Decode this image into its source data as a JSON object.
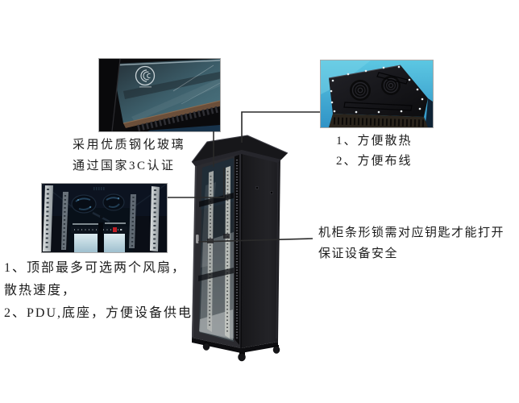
{
  "callouts": {
    "glass": {
      "lines": [
        "采用优质钢化玻璃",
        "通过国家3C认证"
      ]
    },
    "top": {
      "lines": [
        "1、方便散热",
        "2、方便布线"
      ]
    },
    "interior": {
      "lines": [
        "1、顶部最多可选两个风扇，",
        "散热速度，",
        "2、PDU,底座，方便设备供电"
      ]
    },
    "lock": {
      "lines": [
        "机柜条形锁需对应钥匙才能打开",
        "保证设备安全"
      ]
    }
  },
  "images": {
    "glass": "tempered-glass-closeup-with-3c-certification-mark",
    "top": "cabinet-top-panel-with-two-fan-vents",
    "interior": "cabinet-interior-upward-view",
    "cabinet": "black-server-cabinet-front-left-view"
  },
  "palette": {
    "background": "#ffffff",
    "text": "#1c1c1c",
    "connector_line": "#2a2a2a",
    "cabinet_black": "#1a1a1e",
    "backdrop_cyan": "#3fa9d0",
    "glass_teal": "#3d5f6b",
    "sky_blue": "#cfe3ea",
    "switch_red": "#c2242a"
  }
}
